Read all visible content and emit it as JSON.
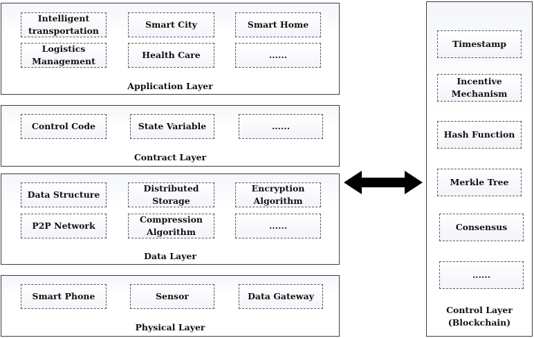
{
  "layers": {
    "application": {
      "title": "Application Layer",
      "items": [
        "Intelligent transportation",
        "Smart City",
        "Smart Home",
        "Logistics Management",
        "Health Care",
        "......"
      ]
    },
    "contract": {
      "title": "Contract Layer",
      "items": [
        "Control Code",
        "State Variable",
        "......"
      ]
    },
    "data": {
      "title": "Data Layer",
      "items": [
        "Data Structure",
        "Distributed Storage",
        "Encryption Algorithm",
        "P2P Network",
        "Compression Algorithm",
        "......"
      ]
    },
    "physical": {
      "title": "Physical Layer",
      "items": [
        "Smart Phone",
        "Sensor",
        "Data Gateway"
      ]
    }
  },
  "control": {
    "title_line1": "Control Layer",
    "title_line2": "(Blockchain)",
    "items": [
      "Timestamp",
      "Incentive Mechanism",
      "Hash Function",
      "Merkle Tree",
      "Consensus",
      "......"
    ]
  },
  "connector": {
    "type": "double-headed-arrow",
    "color": "#000000"
  }
}
